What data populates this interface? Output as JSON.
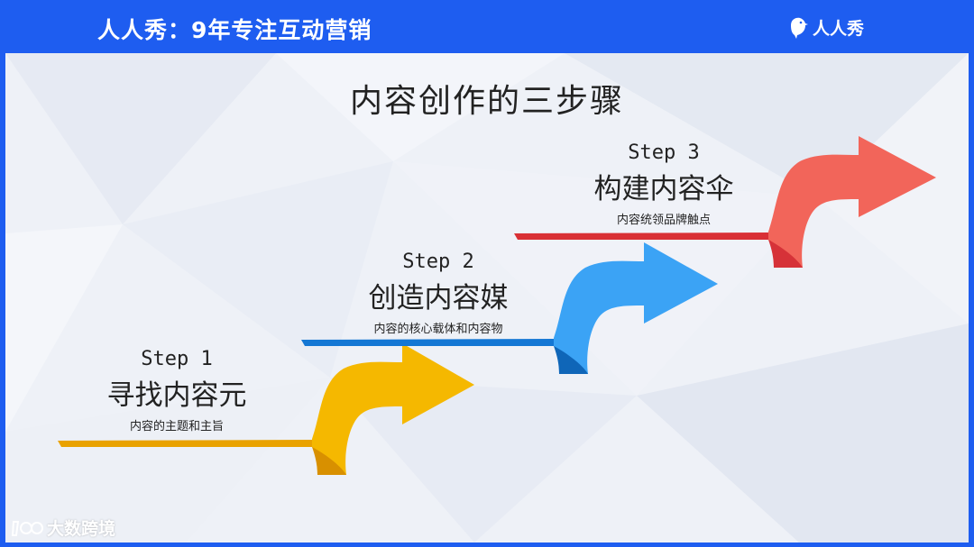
{
  "header": {
    "title": "人人秀：9年专注互动营销",
    "brand_name": "人人秀",
    "brand_icon": "bird-logo-icon"
  },
  "title": "内容创作的三步骤",
  "steps": [
    {
      "label": "Step 1",
      "heading": "寻找内容元",
      "sub": "内容的主题和主旨",
      "color": "#f5b300"
    },
    {
      "label": "Step 2",
      "heading": "创造内容媒",
      "sub": "内容的核心载体和内容物",
      "color": "#2a9af0"
    },
    {
      "label": "Step 3",
      "heading": "构建内容伞",
      "sub": "内容统领品牌触点",
      "color": "#f0605a"
    }
  ],
  "watermark": {
    "text": "大数跨境",
    "icon": "dashukuajing-logo-icon"
  },
  "colors": {
    "frame_blue": "#1e5df0",
    "canvas": "#eef1f7"
  }
}
